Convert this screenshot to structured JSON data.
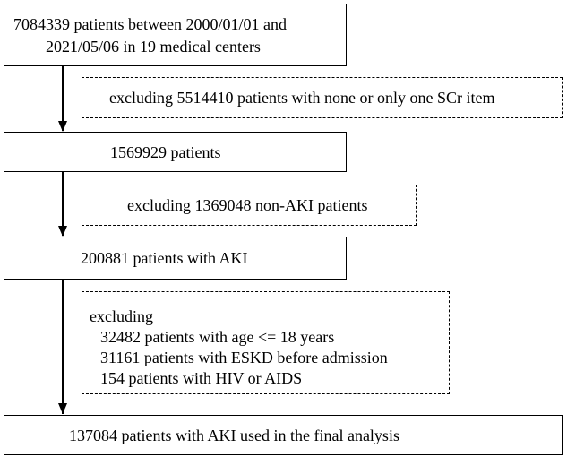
{
  "box1": {
    "line1": "7084339 patients between 2000/01/01 and",
    "line2": "2021/05/06 in 19 medical centers"
  },
  "exclude1": "excluding 5514410 patients with none or only one SCr item",
  "box2": "1569929 patients",
  "exclude2": "excluding 1369048 non-AKI patients",
  "box3": "200881 patients with AKI",
  "exclude3": {
    "heading": "excluding",
    "items": [
      "32482 patients with age <= 18 years",
      "31161 patients with ESKD before admission",
      "154 patients with HIV or AIDS"
    ]
  },
  "box4": "137084 patients with AKI used in the final analysis"
}
